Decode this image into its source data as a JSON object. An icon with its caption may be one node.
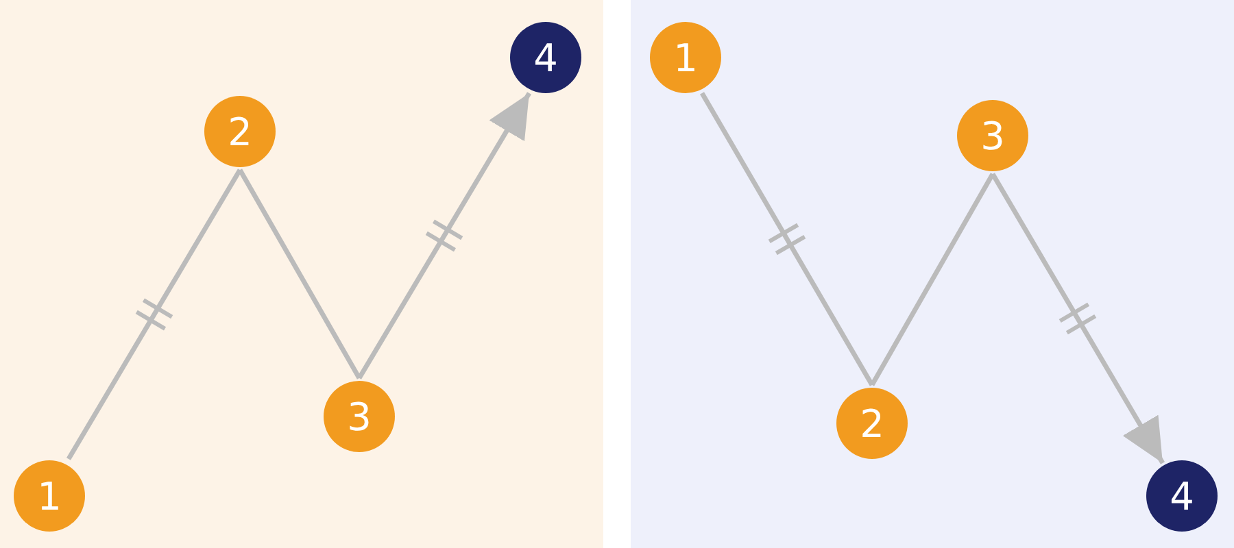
{
  "diagram": {
    "nodes": [
      {
        "text": [],
        "shape": "box"
      },
      {
        "text": [
          "1"
        ],
        "in": 0
      },
      {
        "text": [
          "2"
        ],
        "in": 0
      },
      {
        "text": [
          "3"
        ],
        "in": 0
      },
      {
        "text": [
          "4"
        ],
        "in": 0
      },
      {
        "text": [],
        "shape": "box"
      },
      {
        "text": [
          "1"
        ],
        "in": 5
      },
      {
        "text": [
          "2"
        ],
        "in": 5
      },
      {
        "text": [
          "3"
        ],
        "in": 5
      },
      {
        "text": [
          "4"
        ],
        "in": 5
      }
    ],
    "edges": [
      {
        "from": 1,
        "to": 2,
        "arrow": "none"
      },
      {
        "from": 2,
        "to": 3,
        "arrow": "none"
      },
      {
        "from": 3,
        "to": 4,
        "arrow": "to"
      },
      {
        "from": 6,
        "to": 7,
        "arrow": "none"
      },
      {
        "from": 7,
        "to": 8,
        "arrow": "none"
      },
      {
        "from": 8,
        "to": 9,
        "arrow": "to"
      }
    ]
  }
}
